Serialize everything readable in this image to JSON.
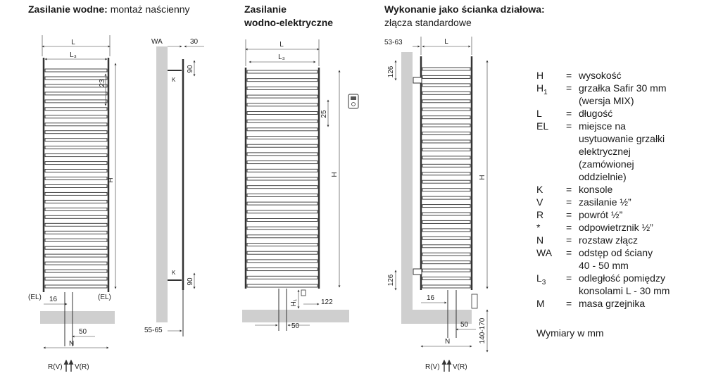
{
  "headings": {
    "h1_bold": "Zasilanie wodne:",
    "h1_rest": " montaż naścienny",
    "h2_line1": "Zasilanie",
    "h2_line2": "wodno-elektryczne",
    "h3_bold": "Wykonanie jako ścianka działowa:",
    "h3_line2": "złącza standardowe"
  },
  "dims": {
    "L": "L",
    "L3": "L₃",
    "H": "H",
    "d23": "23",
    "d25": "25",
    "el": "(EL)",
    "d16": "16",
    "d50": "50",
    "N": "N",
    "WA": "WA",
    "d30": "30",
    "d90": "90",
    "K": "K",
    "d5565": "55-65",
    "H1": "H₁",
    "d122": "122",
    "d5363": "53-63",
    "d126": "126",
    "d140170": "140-170"
  },
  "flow_labels": {
    "return": "R(V)",
    "supply": "V(R)"
  },
  "legend": [
    {
      "sym": "H",
      "sub": "",
      "text": [
        "wysokość"
      ]
    },
    {
      "sym": "H",
      "sub": "1",
      "text": [
        "grzałka Safir 30 mm",
        "(wersja MIX)"
      ]
    },
    {
      "sym": "L",
      "sub": "",
      "text": [
        "długość"
      ]
    },
    {
      "sym": "EL",
      "sub": "",
      "text": [
        "miejsce na",
        "usytuowanie grzałki",
        "elektrycznej",
        "(zamówionej",
        "oddzielnie)"
      ]
    },
    {
      "sym": "K",
      "sub": "",
      "text": [
        "konsole"
      ]
    },
    {
      "sym": "V",
      "sub": "",
      "text": [
        "zasilanie ½”"
      ]
    },
    {
      "sym": "R",
      "sub": "",
      "text": [
        "powrót ½”"
      ]
    },
    {
      "sym": "*",
      "sub": "",
      "text": [
        "odpowietrznik ½”"
      ]
    },
    {
      "sym": "N",
      "sub": "",
      "text": [
        "rozstaw złącz"
      ]
    },
    {
      "sym": "WA",
      "sub": "",
      "text": [
        "odstęp od ściany",
        "40 - 50 mm"
      ]
    },
    {
      "sym": "L",
      "sub": "3",
      "text": [
        "odległość pomiędzy",
        "konsolami L - 30 mm"
      ]
    },
    {
      "sym": "M",
      "sub": "",
      "text": [
        "masa grzejnika"
      ]
    }
  ],
  "legend_eq": "=",
  "note": "Wymiary w mm",
  "colors": {
    "wall": "#cfcfcf",
    "floor": "#cfcfcf",
    "line": "#333333",
    "rail_fill": "#ffffff"
  }
}
